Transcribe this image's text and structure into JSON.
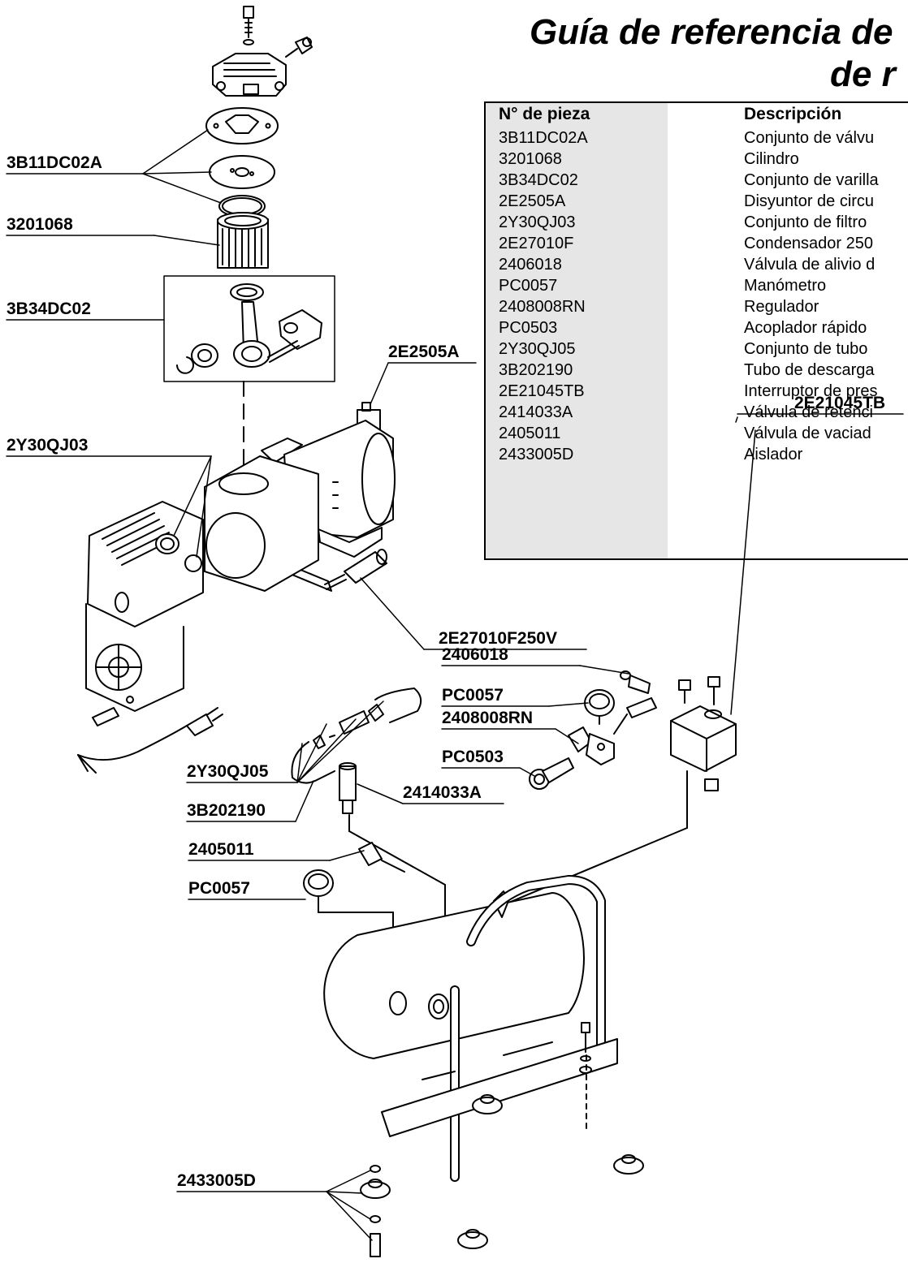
{
  "title": {
    "line1": "Guía de referencia de",
    "line2": "de r"
  },
  "table": {
    "headers": [
      "N° de pieza",
      "Descripción"
    ],
    "rows": [
      [
        "3B11DC02A",
        "Conjunto de válvu"
      ],
      [
        "3201068",
        "Cilindro"
      ],
      [
        "3B34DC02",
        "Conjunto de varilla"
      ],
      [
        "2E2505A",
        "Disyuntor de circu"
      ],
      [
        "2Y30QJ03",
        "Conjunto de filtro"
      ],
      [
        "2E27010F",
        "Condensador 250"
      ],
      [
        "2406018",
        "Válvula de alivio d"
      ],
      [
        "PC0057",
        "Manómetro"
      ],
      [
        "2408008RN",
        "Regulador"
      ],
      [
        "PC0503",
        "Acoplador rápido"
      ],
      [
        "2Y30QJ05",
        "Conjunto de tubo"
      ],
      [
        "3B202190",
        "Tubo de descarga"
      ],
      [
        "2E21045TB",
        "Interruptor de pres"
      ],
      [
        "2414033A",
        "Válvula de retenci"
      ],
      [
        "2405011",
        "Válvula de vaciad"
      ],
      [
        "2433005D",
        "Aislador"
      ]
    ]
  },
  "callouts": {
    "c_3B11DC02A": "3B11DC02A",
    "c_3201068": "3201068",
    "c_3B34DC02": "3B34DC02",
    "c_2E2505A": "2E2505A",
    "c_2Y30QJ03": "2Y30QJ03",
    "c_2E27010F250V": "2E27010F250V",
    "c_2406018": "2406018",
    "c_PC0057_a": "PC0057",
    "c_2408008RN": "2408008RN",
    "c_PC0503": "PC0503",
    "c_2E21045TB": "2E21045TB",
    "c_2Y30QJ05": "2Y30QJ05",
    "c_3B202190": "3B202190",
    "c_2414033A": "2414033A",
    "c_2405011": "2405011",
    "c_PC0057_b": "PC0057",
    "c_2433005D": "2433005D"
  }
}
